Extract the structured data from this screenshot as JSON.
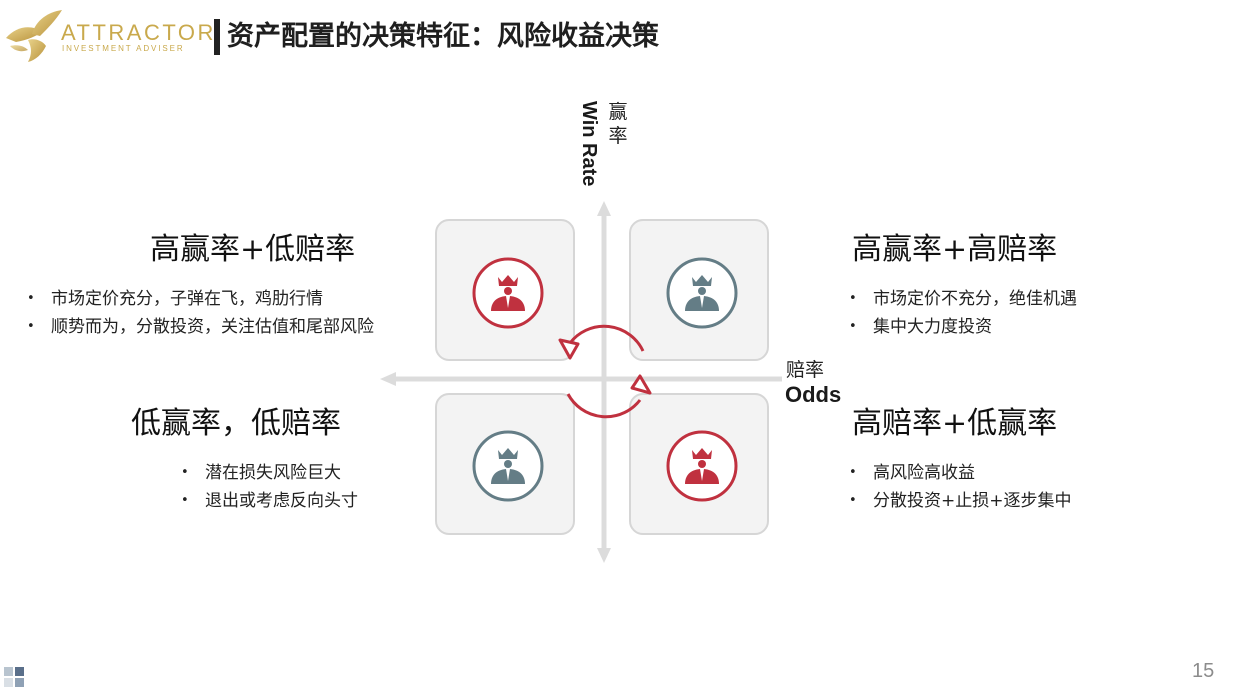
{
  "logo": {
    "name": "ATTRACTOR",
    "subtitle": "INVESTMENT ADVISER",
    "gold": "#c9a94c"
  },
  "title": "资产配置的决策特征：风险收益决策",
  "axes": {
    "vertical_en": "Win Rate",
    "vertical_cn": "赢率",
    "horizontal_cn": "赔率",
    "horizontal_en": "Odds"
  },
  "quadrants": {
    "top_left": {
      "heading": "高赢率+低赔率",
      "bullets": [
        "市场定价充分，子弹在飞，鸡肋行情",
        "顺势而为，分散投资，关注估值和尾部风险"
      ],
      "icon": "red-king-icon"
    },
    "top_right": {
      "heading": "高赢率+高赔率",
      "bullets": [
        "市场定价不充分，绝佳机遇",
        "集中大力度投资"
      ],
      "icon": "gray-king-icon"
    },
    "bottom_left": {
      "heading": "低赢率，低赔率",
      "bullets": [
        "潜在损失风险巨大",
        "退出或考虑反向头寸"
      ],
      "icon": "gray-king-icon"
    },
    "bottom_right": {
      "heading": "高赔率+低赢率",
      "bullets": [
        "高风险高收益",
        "分散投资+止损+逐步集中"
      ],
      "icon": "red-king-icon"
    }
  },
  "colors": {
    "red": "#c0313f",
    "gray_blue": "#647d86",
    "box_bg": "#f3f3f3",
    "box_border": "#d6d6d6",
    "axis": "#dcdcdc"
  },
  "page_number": "15"
}
